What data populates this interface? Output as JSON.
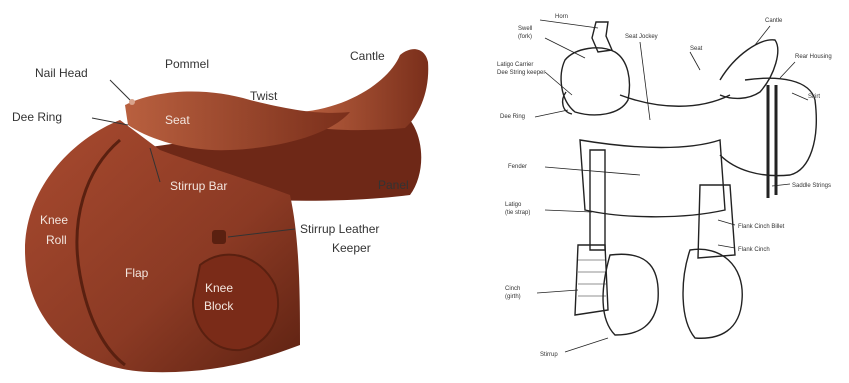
{
  "english_saddle": {
    "labels": {
      "cantle": "Cantle",
      "pommel": "Pommel",
      "nail_head": "Nail Head",
      "dee_ring": "Dee Ring",
      "twist": "Twist",
      "seat": "Seat",
      "stirrup_bar": "Stirrup Bar",
      "panel": "Panel",
      "knee_roll_line1": "Knee",
      "knee_roll_line2": "Roll",
      "stirrup_leather_keeper_line1": "Stirrup Leather",
      "stirrup_leather_keeper_line2": "Keeper",
      "flap": "Flap",
      "knee_block_line1": "Knee",
      "knee_block_line2": "Block"
    },
    "colors": {
      "leather": "#8b3a24",
      "leather_light": "#b0563a",
      "leather_dark": "#5e2212"
    }
  },
  "western_saddle": {
    "labels": {
      "horn": "Horn",
      "cantle": "Cantle",
      "swell_line1": "Swell",
      "swell_line2": "(fork)",
      "seat_jockey": "Seat Jockey",
      "seat": "Seat",
      "latigo_keeper_line1": "Latigo Carrier",
      "latigo_keeper_line2": "Dee String keeper",
      "rear_housing": "Rear Housing",
      "skirt": "Skirt",
      "dee_ring": "Dee Ring",
      "fender": "Fender",
      "latigo_line1": "Latigo",
      "latigo_line2": "(tie strap)",
      "saddle_strings": "Saddle Strings",
      "flank_cinch_billet": "Flank Cinch Billet",
      "flank_cinch": "Flank Cinch",
      "cinch_line1": "Cinch",
      "cinch_line2": "(girth)",
      "stirrup": "Stirrup"
    }
  }
}
